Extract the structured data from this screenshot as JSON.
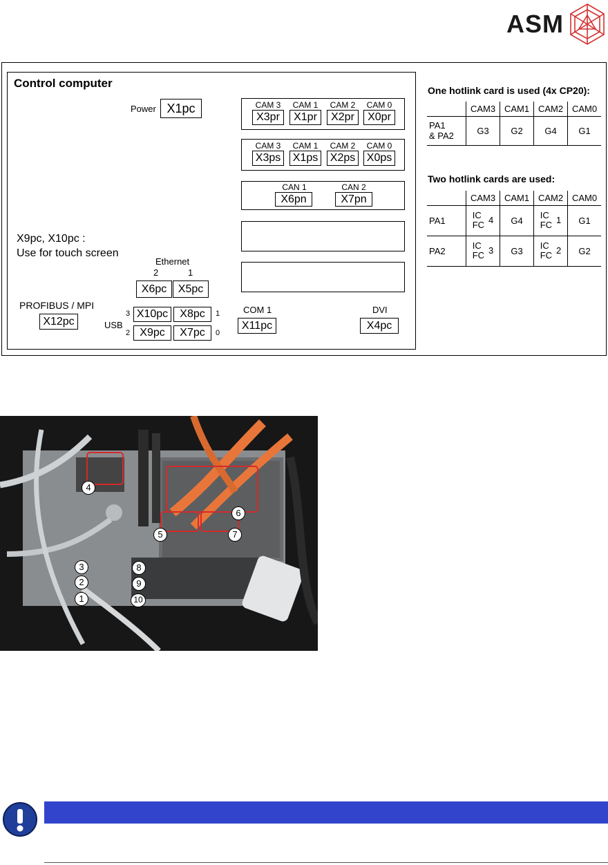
{
  "brand": {
    "name": "ASM"
  },
  "diagram": {
    "title": "Control computer",
    "power_label": "Power",
    "x1pc": "X1pc",
    "cam_group_pr": {
      "labels": [
        "CAM 3",
        "CAM 1",
        "CAM 2",
        "CAM 0"
      ],
      "boxes": [
        "X3pr",
        "X1pr",
        "X2pr",
        "X0pr"
      ]
    },
    "cam_group_ps": {
      "labels": [
        "CAM 3",
        "CAM 1",
        "CAM 2",
        "CAM 0"
      ],
      "boxes": [
        "X3ps",
        "X1ps",
        "X2ps",
        "X0ps"
      ]
    },
    "can_group": {
      "labels": [
        "CAN 1",
        "CAN 2"
      ],
      "boxes": [
        "X6pn",
        "X7pn"
      ]
    },
    "touch_note_line1": "X9pc, X10pc :",
    "touch_note_line2": "Use for touch screen",
    "ethernet_label": "Ethernet",
    "ethernet_nums": [
      "2",
      "1"
    ],
    "ethernet_boxes": [
      "X6pc",
      "X5pc"
    ],
    "usb_label": "USB",
    "usb_nums_left": [
      "3",
      "2"
    ],
    "usb_nums_right": [
      "1",
      "0"
    ],
    "usb_boxes": [
      "X10pc",
      "X8pc",
      "X9pc",
      "X7pc"
    ],
    "profibus_label": "PROFIBUS / MPI",
    "profibus_box": "X12pc",
    "com_label": "COM 1",
    "com_box": "X11pc",
    "dvi_label": "DVI",
    "dvi_box": "X4pc"
  },
  "table_one": {
    "title": "One hotlink card is used (4x CP20):",
    "header": [
      "",
      "CAM3",
      "CAM1",
      "CAM2",
      "CAM0"
    ],
    "row_label_1": "PA1",
    "row_label_2": "& PA2",
    "cells": [
      "G3",
      "G2",
      "G4",
      "G1"
    ]
  },
  "table_two": {
    "title": "Two hotlink cards are used:",
    "header": [
      "",
      "CAM3",
      "CAM1",
      "CAM2",
      "CAM0"
    ],
    "rows": [
      {
        "label": "PA1",
        "cam3_top": "IC",
        "cam3_bottom": "FC",
        "cam3_num": "4",
        "cam1": "G4",
        "cam2_top": "IC",
        "cam2_bottom": "FC",
        "cam2_num": "1",
        "cam0": "G1"
      },
      {
        "label": "PA2",
        "cam3_top": "IC",
        "cam3_bottom": "FC",
        "cam3_num": "3",
        "cam1": "G3",
        "cam2_top": "IC",
        "cam2_bottom": "FC",
        "cam2_num": "2",
        "cam0": "G2"
      }
    ]
  },
  "photo": {
    "callouts": [
      "4",
      "6",
      "5",
      "7",
      "3",
      "8",
      "2",
      "9",
      "1",
      "10"
    ]
  },
  "colors": {
    "note_bar": "#3344cc",
    "note_icon": "#1f3f9a",
    "highlight": "#d42a2a"
  }
}
